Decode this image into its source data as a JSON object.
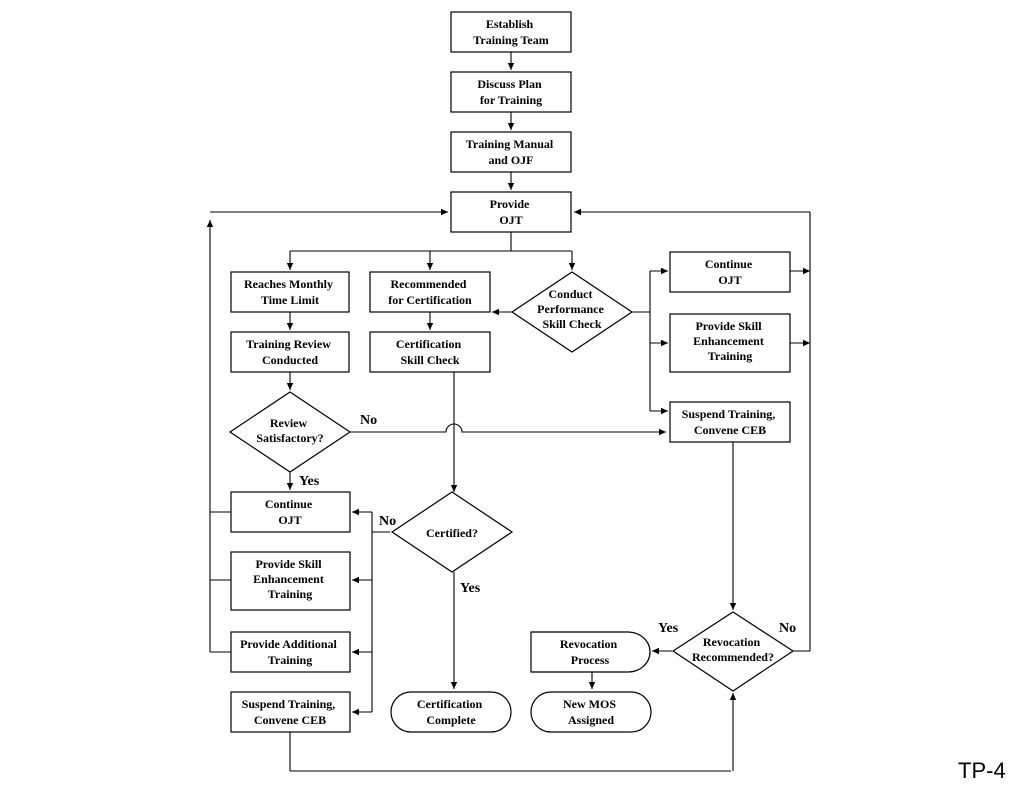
{
  "page_label": "TP-4",
  "nodes": {
    "establish": [
      "Establish",
      "Training Team"
    ],
    "discuss": [
      "Discuss Plan",
      "for Training"
    ],
    "manual": [
      "Training Manual",
      "and OJF"
    ],
    "provide_ojt": [
      "Provide",
      "OJT"
    ],
    "monthly": [
      "Reaches Monthly",
      "Time Limit"
    ],
    "recommended": [
      "Recommended",
      "for Certification"
    ],
    "conduct": [
      "Conduct",
      "Performance",
      "Skill Check"
    ],
    "review_conducted": [
      "Training Review",
      "Conducted"
    ],
    "cert_check": [
      "Certification",
      "Skill Check"
    ],
    "review_sat": [
      "Review",
      "Satisfactory?"
    ],
    "continue_r": [
      "Continue",
      "OJT"
    ],
    "skill_r": [
      "Provide Skill",
      "Enhancement",
      "Training"
    ],
    "suspend_r": [
      "Suspend Training,",
      "Convene CEB"
    ],
    "continue_l": [
      "Continue",
      "OJT"
    ],
    "skill_l": [
      "Provide Skill",
      "Enhancement",
      "Training"
    ],
    "additional": [
      "Provide Additional",
      "Training"
    ],
    "suspend_l": [
      "Suspend Training,",
      "Convene CEB"
    ],
    "certified": [
      "Certified?"
    ],
    "cert_complete": [
      "Certification",
      "Complete"
    ],
    "revocation_rec": [
      "Revocation",
      "Recommended?"
    ],
    "revocation_proc": [
      "Revocation",
      "Process"
    ],
    "new_mos": [
      "New MOS",
      "Assigned"
    ]
  },
  "edge_labels": {
    "review_no": "No",
    "review_yes": "Yes",
    "certified_no": "No",
    "certified_yes": "Yes",
    "revocation_yes": "Yes",
    "revocation_no": "No"
  }
}
